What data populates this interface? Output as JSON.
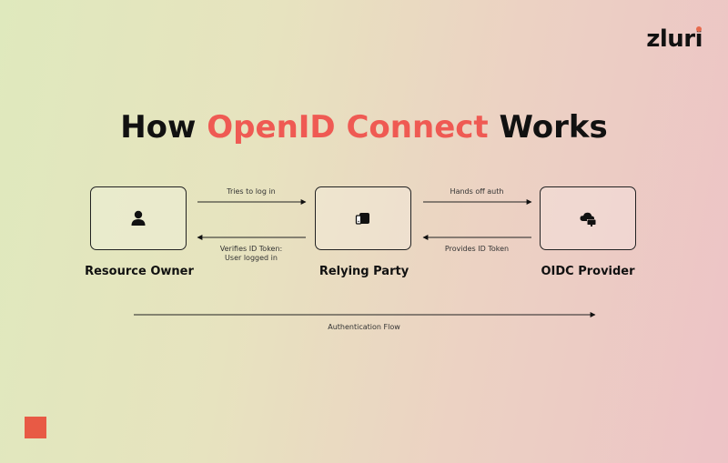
{
  "brand": {
    "logo_text": "zluri",
    "accent_color": "#e76a4d"
  },
  "title": {
    "part1": "How ",
    "highlight": "OpenID Connect",
    "part2": " Works",
    "highlight_color": "#ef5a53"
  },
  "nodes": [
    {
      "id": "resource-owner",
      "label": "Resource Owner",
      "icon": "user-icon"
    },
    {
      "id": "relying-party",
      "label": "Relying Party",
      "icon": "devices-icon"
    },
    {
      "id": "oidc-provider",
      "label": "OIDC Provider",
      "icon": "cloud-monitor-icon"
    }
  ],
  "edges": {
    "e1_top": "Tries to log in",
    "e1_bottom_line1": "Verifies ID Token:",
    "e1_bottom_line2": "User logged in",
    "e2_top": "Hands off auth",
    "e2_bottom": "Provides ID Token"
  },
  "flow": {
    "label": "Authentication Flow"
  }
}
